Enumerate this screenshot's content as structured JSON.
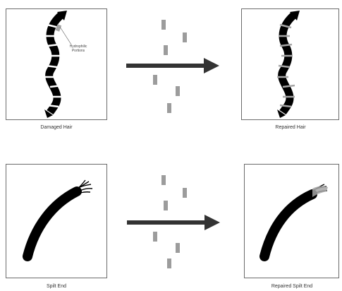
{
  "diagram": {
    "rows": [
      {
        "before_caption": "Damaged Hair",
        "after_caption": "Repaired Hair",
        "annotation_line1": "Hydrophilic",
        "annotation_line2": "Portions"
      },
      {
        "before_caption": "Spilt End",
        "after_caption": "Repaired Spilt End"
      }
    ],
    "colors": {
      "hair": "#000000",
      "repair": "#a6a6a6",
      "arrow": "#333333",
      "panel_border": "#6b6b6b"
    }
  }
}
